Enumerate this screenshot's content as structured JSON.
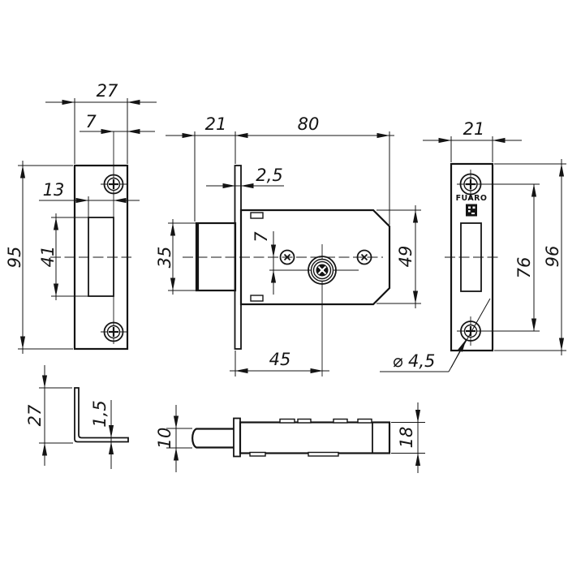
{
  "colors": {
    "ink": "#141414",
    "background": "#ffffff"
  },
  "brand": {
    "name": "FUARO"
  },
  "dims": {
    "strike": {
      "width": "27",
      "hole_to_edge": "7",
      "cutout_offset": "13",
      "cutout_height": "41",
      "height": "95"
    },
    "body_side": {
      "bolt_length": "21",
      "body_length": "80",
      "faceplate_thickness": "2,5",
      "bolt_height": "35",
      "spindle_offset": "7",
      "body_height": "49",
      "backset": "45"
    },
    "face_plate": {
      "width": "21",
      "hole_spacing": "76",
      "height": "96",
      "hole_diameter": "⌀ 4,5"
    },
    "bracket": {
      "height": "27",
      "thickness": "1,5"
    },
    "body_top": {
      "bolt_width": "10",
      "body_width": "18"
    }
  }
}
